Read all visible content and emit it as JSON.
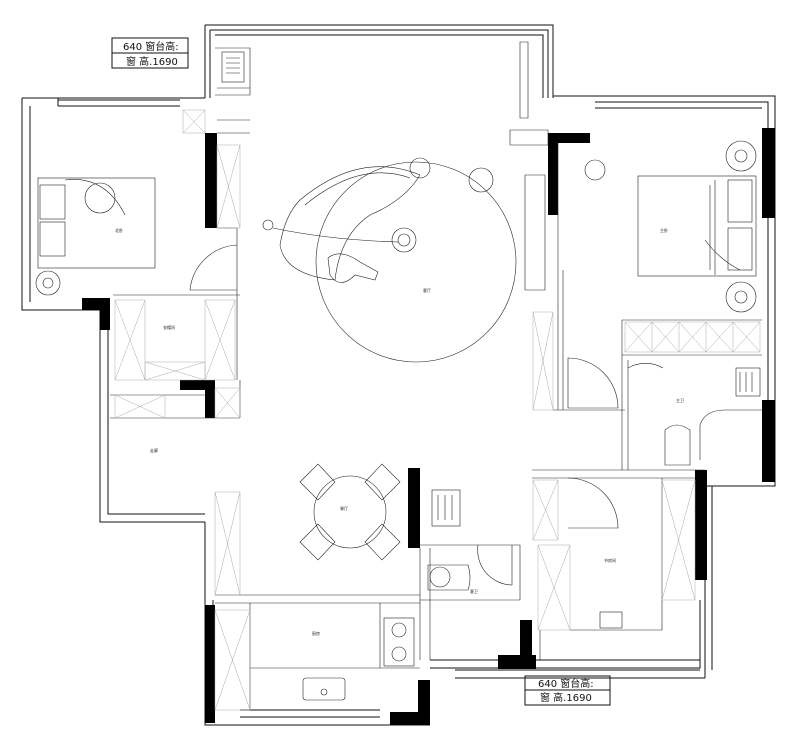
{
  "rooms": {
    "second_bedroom": "北卧",
    "master_bedroom": "主卧",
    "living_room": "客厅",
    "dining": "餐厅",
    "corridor": "走廊",
    "cloakroom": "衣帽间",
    "kitchen": "厨房",
    "master_bath": "主卫",
    "guest_bath": "客卫",
    "study": "书房间"
  },
  "notes": {
    "window_top_line1": "640 窗台高:",
    "window_top_line2": "窗 高.1690",
    "window_bottom_line1": "640 窗台高:",
    "window_bottom_line2": "窗 高.1690"
  }
}
